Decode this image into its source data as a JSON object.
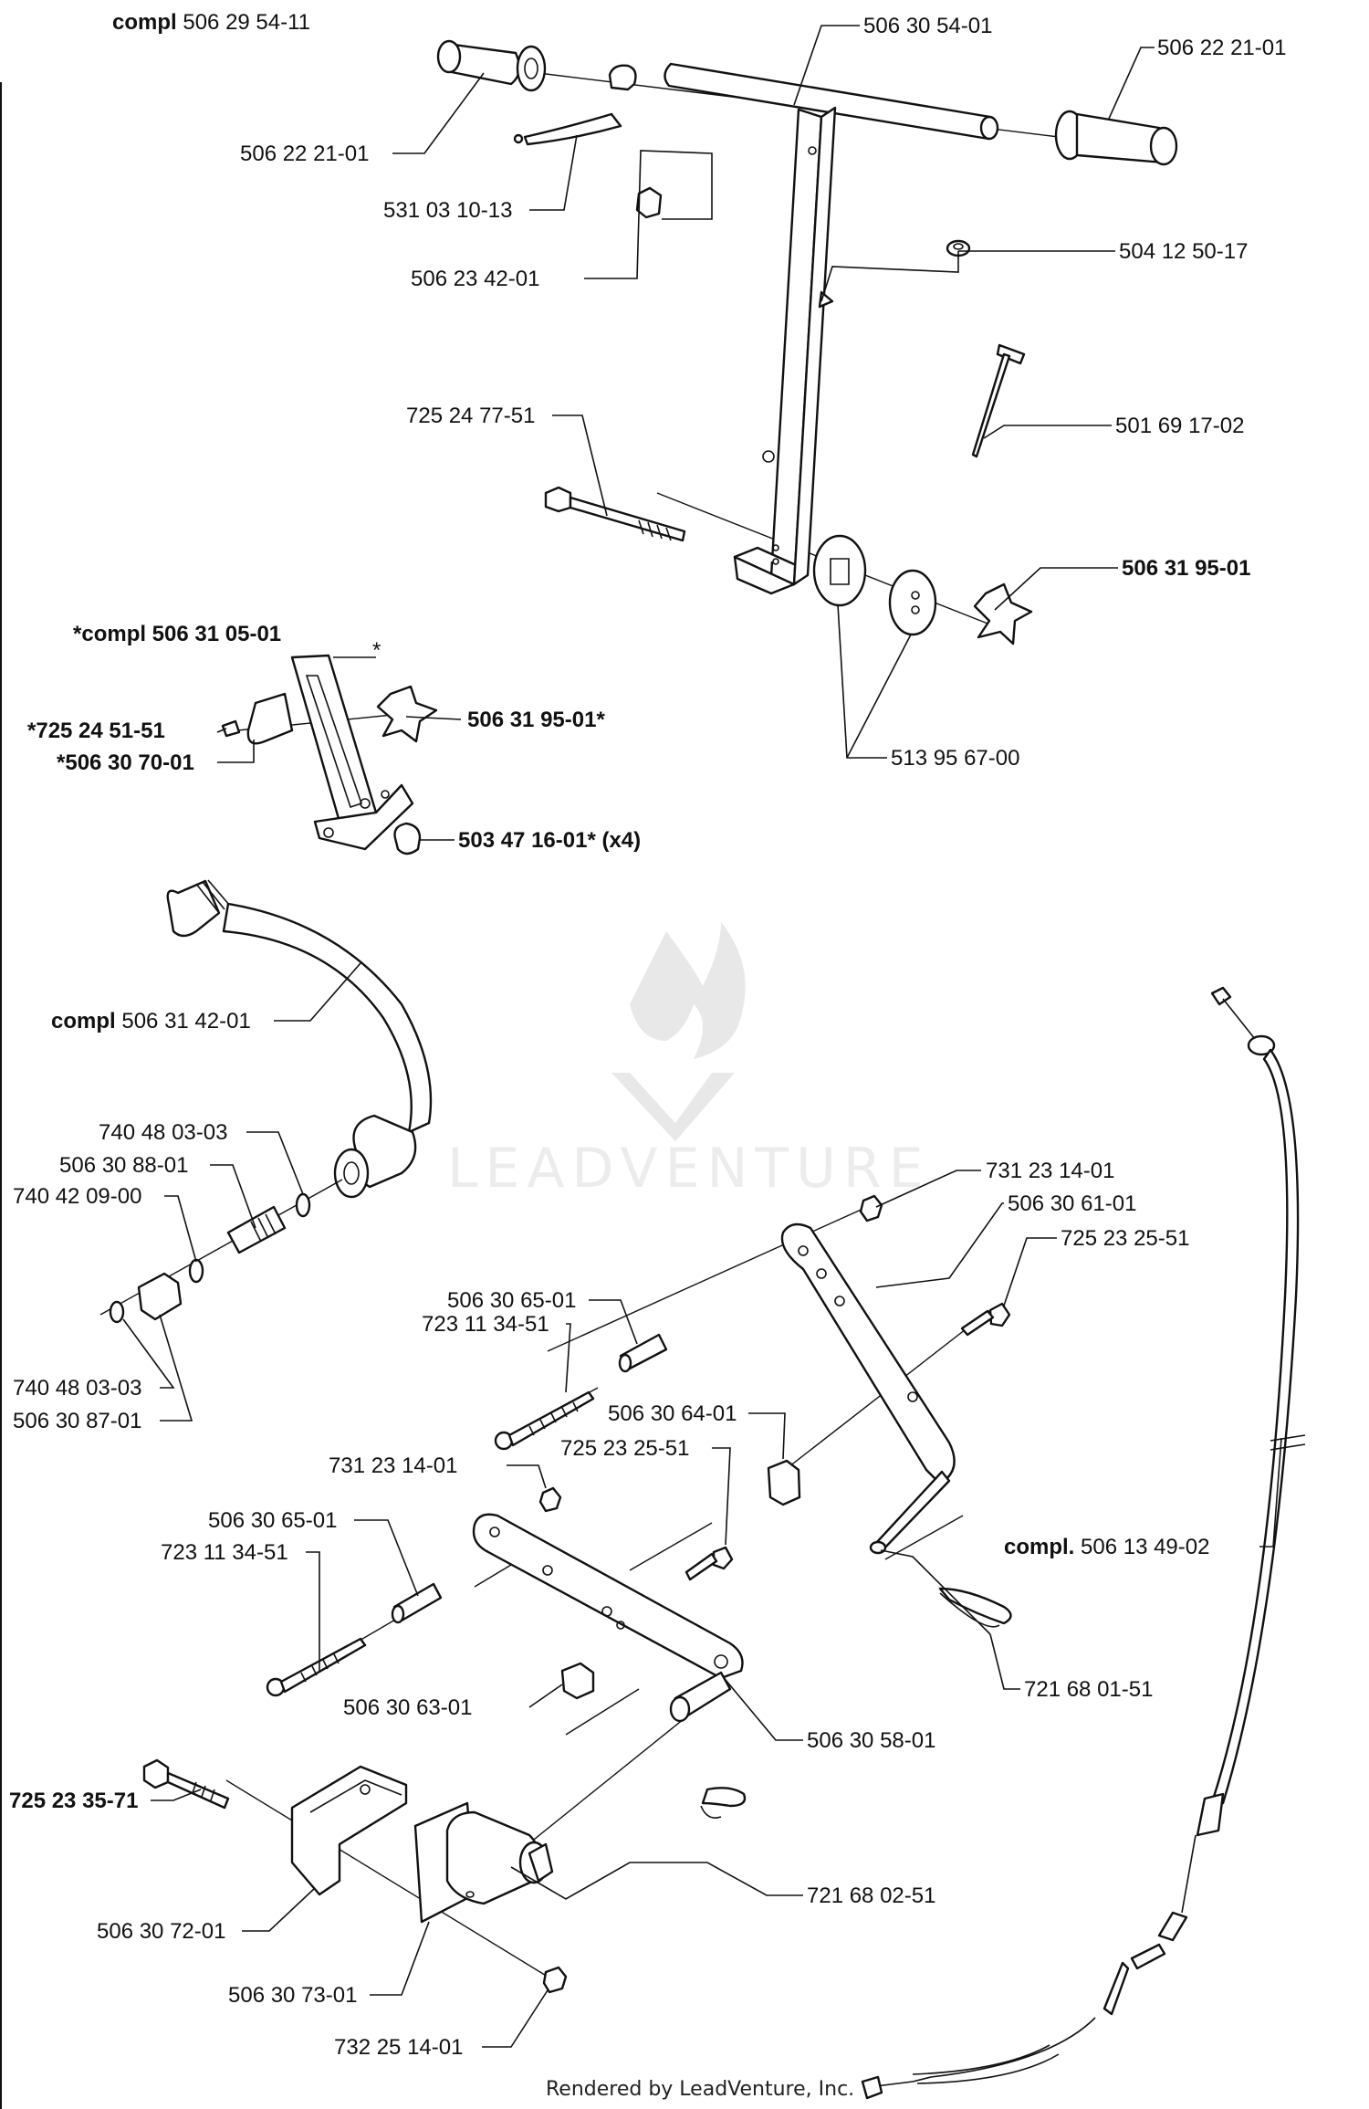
{
  "labels": {
    "compl_top": {
      "bold": "compl",
      "rest": " 506 29 54-11"
    },
    "p1": "506 30 54-01",
    "p2": "506 22 21-01",
    "p3": "506 22 21-01",
    "p4": "531 03 10-13",
    "p5": "506 23 42-01",
    "p6": "504 12 50-17",
    "p7": "501 69 17-02",
    "p8": "725 24 77-51",
    "p9": "506 31 95-01",
    "p10": "513 95 67-00",
    "p11": "*compl 506 31 05-01",
    "p12": "*",
    "p13": "*725 24 51-51",
    "p14": "*506 30 70-01",
    "p15": "506 31 95-01*",
    "p16": "503 47 16-01* (x4)",
    "compl_hose": {
      "bold": "compl",
      "rest": " 506 31 42-01"
    },
    "p17": "740 48 03-03",
    "p18": "506 30 88-01",
    "p19": "740 42 09-00",
    "p20": "740 48 03-03",
    "p21": "506 30 87-01",
    "p22": "731 23 14-01",
    "p23": "506 30 61-01",
    "p24": "725 23 25-51",
    "p25": "506 30 65-01",
    "p26": "723 11 34-51",
    "p27": "506 30 64-01",
    "p28": "725 23 25-51",
    "p29": "731 23 14-01",
    "p30": "506 30 65-01",
    "p31": "723 11 34-51",
    "compl_cable": {
      "bold": "compl.",
      "rest": " 506 13 49-02"
    },
    "p32": "721 68 01-51",
    "p33": "506 30 63-01",
    "p34": "506 30 58-01",
    "p35": "725 23 35-71",
    "p36": "721 68 02-51",
    "p37": "506 30 72-01",
    "p38": "506 30 73-01",
    "p39": "732 25 14-01"
  },
  "watermark": "LEADVENTURE",
  "footer": "Rendered by LeadVenture, Inc."
}
